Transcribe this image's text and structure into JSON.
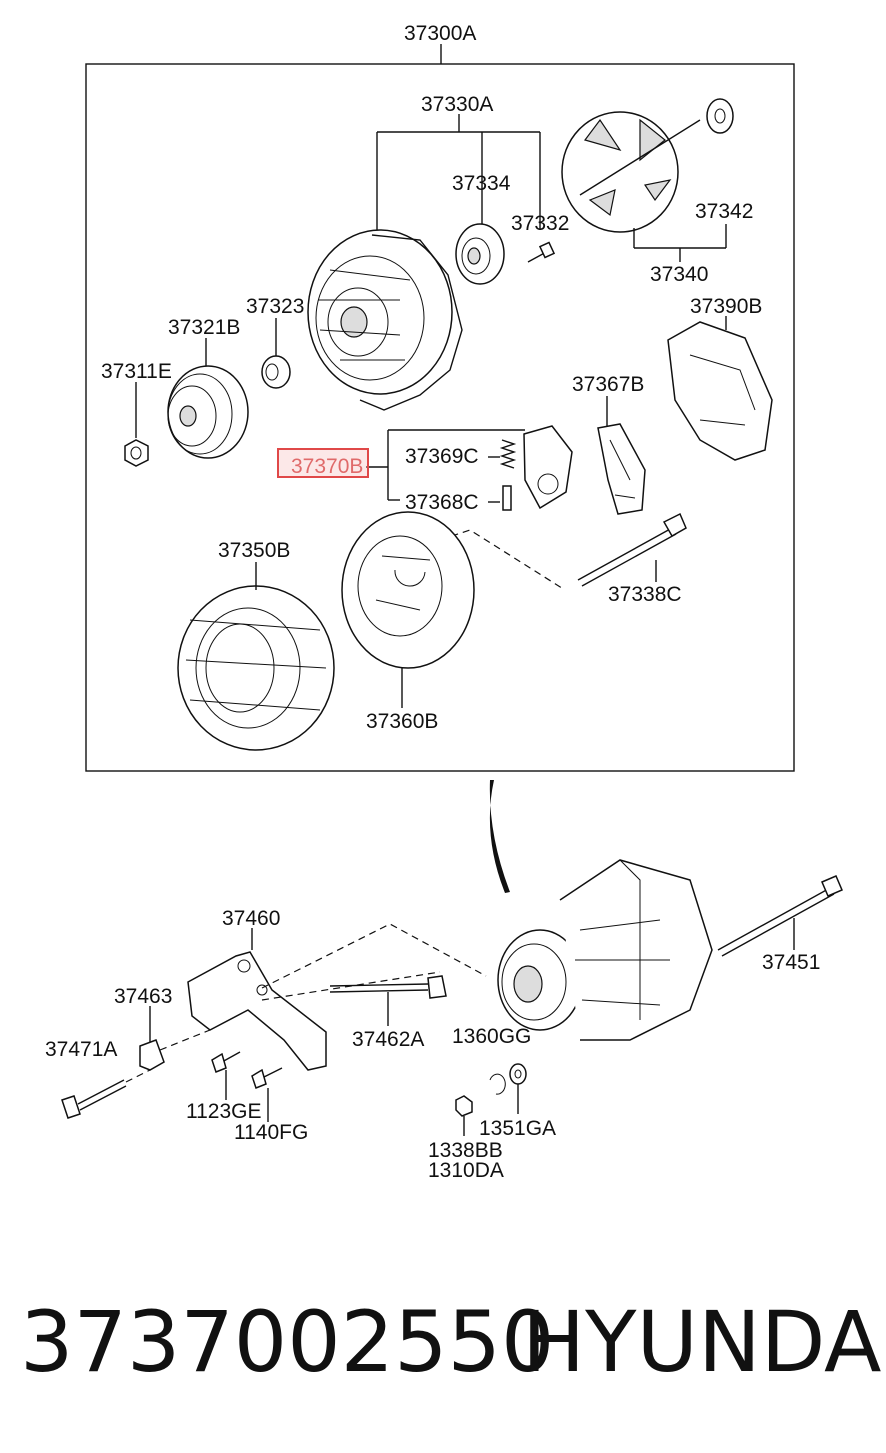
{
  "diagram": {
    "group_label": "37300A",
    "labels": {
      "rotor_group": "37330A",
      "bearing": "37334",
      "screw": "37332",
      "rotor": "37342",
      "rotor_assy": "37340",
      "rear_cover": "37390B",
      "front_bracket_spacer": "37323",
      "pulley": "37321B",
      "nut": "37311E",
      "rectifier": "37367B",
      "brush_holder_assy": "37370B",
      "spring": "37369C",
      "brush": "37368C",
      "through_bolt": "37338C",
      "stator": "37350B",
      "rear_bracket": "37360B",
      "bracket": "37460",
      "bolt_37451": "37451",
      "spacer_37463": "37463",
      "bolt_37462a": "37462A",
      "bolt_37471a": "37471A",
      "washer_1360gg": "1360GG",
      "bolt_1123ge": "1123GE",
      "bolt_1140fg": "1140FG",
      "washer_1351ga": "1351GA",
      "nut_1338bb": "1338BB",
      "nut_1310da": "1310DA"
    },
    "highlighted": "37370B"
  },
  "footer": {
    "part_number": "3737002550",
    "brand": "HYUNDAI"
  },
  "colors": {
    "highlight_border": "#e04848",
    "highlight_text": "#e06a6a",
    "ink": "#111111"
  }
}
